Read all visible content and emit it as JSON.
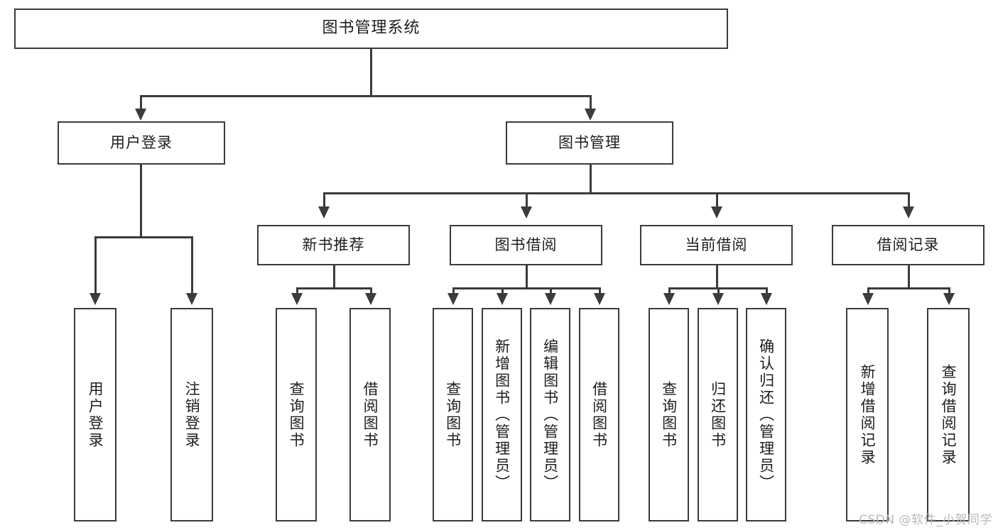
{
  "diagram": {
    "title": "图书管理系统",
    "type": "tree-hierarchy-diagram",
    "colors": {
      "stroke": "#3b3b3b",
      "fill": "#ffffff",
      "text": "#1d1d1d",
      "watermark": "#b9b9b9"
    },
    "root": {
      "label": "图书管理系统"
    },
    "level2": [
      {
        "label": "用户登录"
      },
      {
        "label": "图书管理"
      }
    ],
    "level3": [
      {
        "label": "新书推荐"
      },
      {
        "label": "图书借阅"
      },
      {
        "label": "当前借阅"
      },
      {
        "label": "借阅记录"
      }
    ],
    "leaves": {
      "user_login": [
        {
          "label": "用户登录"
        },
        {
          "label": "注销登录"
        }
      ],
      "new_book_recommend": [
        {
          "label": "查询图书"
        },
        {
          "label": "借阅图书"
        }
      ],
      "book_borrow": [
        {
          "label": "查询图书"
        },
        {
          "label": "新增图书（管理员）"
        },
        {
          "label": "编辑图书（管理员）"
        },
        {
          "label": "借阅图书"
        }
      ],
      "current_borrow": [
        {
          "label": "查询图书"
        },
        {
          "label": "归还图书"
        },
        {
          "label": "确认归还（管理员）"
        }
      ],
      "borrow_record": [
        {
          "label": "新增借阅记录"
        },
        {
          "label": "查询借阅记录"
        }
      ]
    }
  },
  "watermark": {
    "text": "CSDN @软件_小贺同学"
  }
}
